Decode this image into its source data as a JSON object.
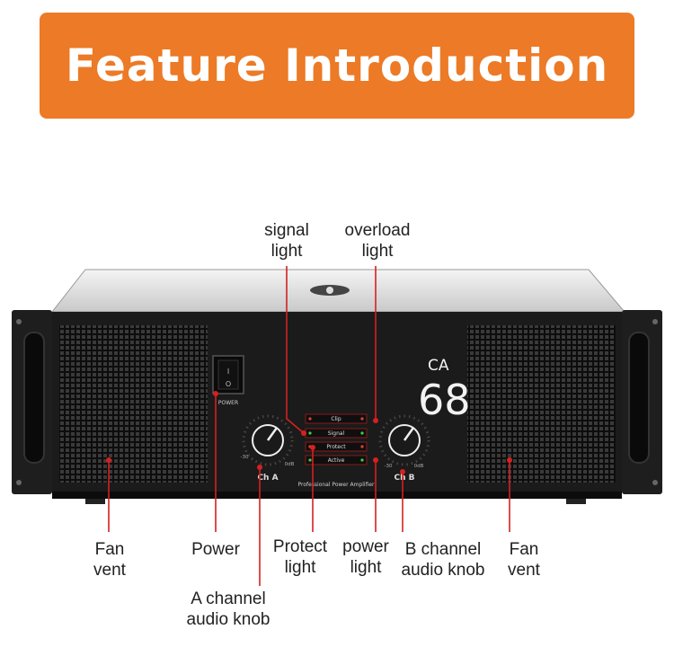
{
  "header": {
    "title": "Feature Introduction"
  },
  "product": {
    "model_prefix": "CA",
    "model_number": "68",
    "power_label": "POWER",
    "caption": "Professional Power Amplifier",
    "led_labels": [
      "Clip",
      "Signal",
      "Protect",
      "Active"
    ],
    "channel_a": "Ch A",
    "channel_b": "Ch B",
    "scale_min": "-30",
    "scale_max": "0dB"
  },
  "callouts": {
    "signal_light": "signal\nlight",
    "overload_light": "overload\nlight",
    "fan_vent_left": "Fan\nvent",
    "power": "Power",
    "protect_light": "Protect\nlight",
    "power_light": "power\nlight",
    "b_channel_knob": "B channel\naudio knob",
    "fan_vent_right": "Fan\nvent",
    "a_channel_knob": "A channel\naudio knob"
  },
  "colors": {
    "banner": "#ec7a26",
    "callout_line": "#d62020",
    "chassis": "#1b1b1b"
  }
}
